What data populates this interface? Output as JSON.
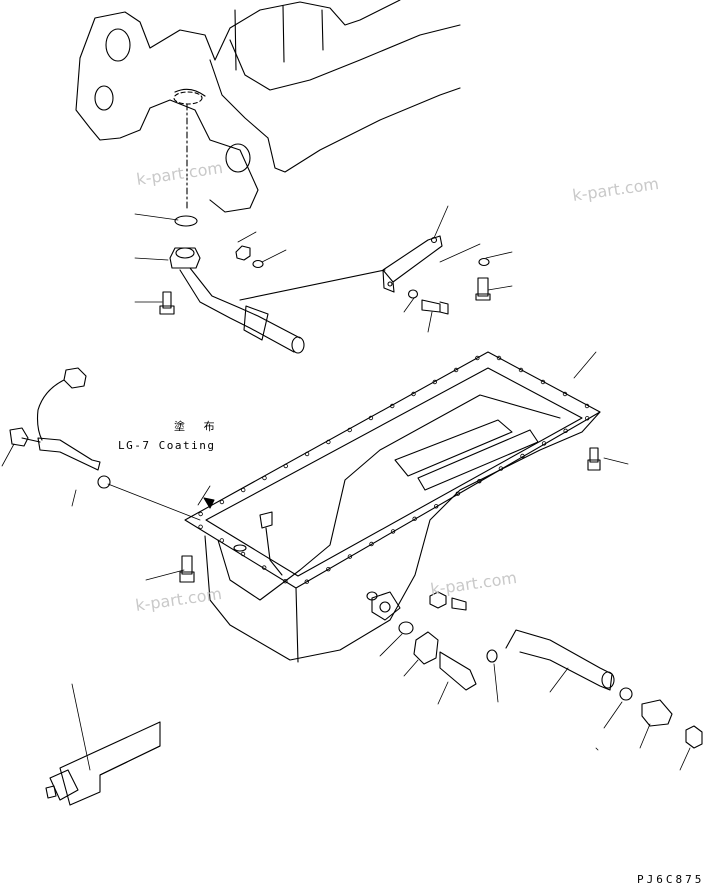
{
  "annotations": {
    "coating_jp": "塗 布",
    "coating_en": "LG-7 Coating"
  },
  "drawing_number": "PJ6C875",
  "watermark": "k-part.com",
  "colors": {
    "line": "#000000",
    "watermark": "#c9c9c9",
    "background": "#ffffff"
  }
}
